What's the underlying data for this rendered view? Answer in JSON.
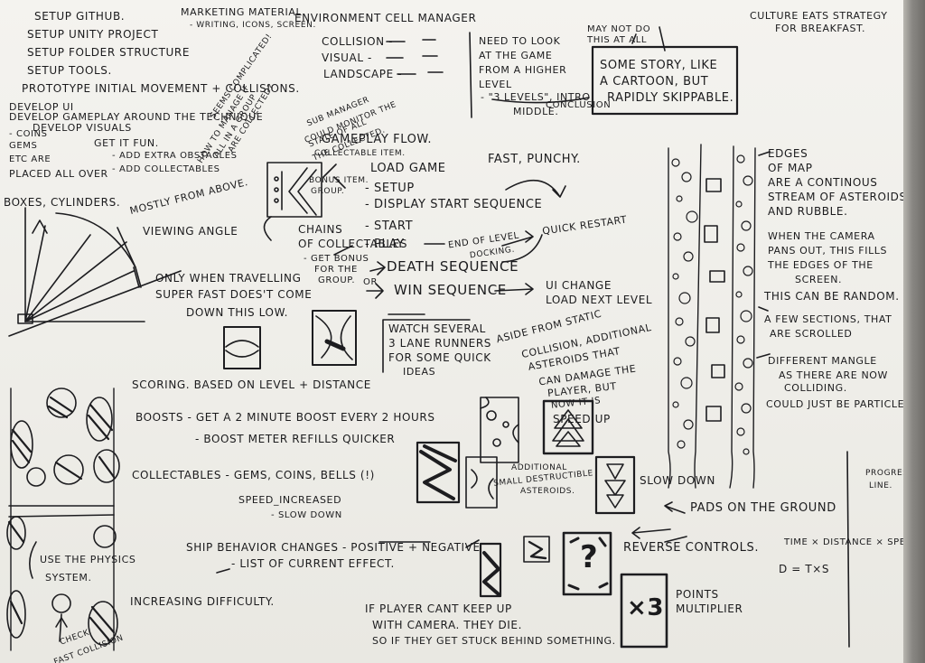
{
  "notes": {
    "setup_github": "SETUP GITHUB.",
    "setup_unity": "SETUP UNITY PROJECT",
    "setup_folder": "SETUP FOLDER STRUCTURE",
    "setup_tools": "SETUP TOOLS.",
    "prototype": "PROTOTYPE INITIAL MOVEMENT + COLLISIONS.",
    "develop_ui": "DEVELOP UI",
    "develop_gameplay": "DEVELOP GAMEPLAY AROUND THE TECHNIQUE",
    "develop_visuals": "DEVELOP VISUALS",
    "coins": "- COINS",
    "gems": "GEMS",
    "etc_are": "ETC ARE",
    "placed": "PLACED ALL OVER",
    "get_it_fun": "GET IT FUN.",
    "add_obstacles": "- ADD EXTRA OBSTACLES",
    "add_collectables": "- ADD COLLECTABLES",
    "boxes": "BOXES, CYLINDERS.",
    "mostly_above": "MOSTLY FROM ABOVE.",
    "viewing_angle": "VIEWING ANGLE",
    "only_when": "ONLY WHEN TRAVELLING",
    "super_fast": "SUPER FAST DOES'T COME",
    "down_this_low": "DOWN THIS LOW.",
    "marketing": "MARKETING MATERIAL",
    "marketing_sub": "- WRITING, ICONS, SCREEN.",
    "env_manager": "ENVIRONMENT CELL MANAGER",
    "collision": "COLLISION -",
    "visual": "VISUAL -",
    "landscape": "LANDSCAPE -",
    "need_to_look_1": "NEED TO LOOK",
    "need_to_look_2": "AT THE GAME",
    "need_to_look_3": "FROM A HIGHER",
    "need_to_look_4": "LEVEL",
    "three_levels": "- \"3 LEVELS\", INTRO",
    "middle": "MIDDLE.",
    "conclusion": "CONCLUSION",
    "may_not_do": "MAY NOT DO",
    "this_at_all": "THIS AT ALL",
    "some_story": "SOME STORY, LIKE",
    "a_cartoon": "A CARTOON, BUT",
    "rapidly_skip": "RAPIDLY SKIPPABLE.",
    "culture_eats": "CULTURE EATS STRATEGY",
    "for_breakfast": "FOR BREAKFAST.",
    "how_to_manage": "HOW TO MANAGE IF",
    "all_in_a_group": "ALL IN A GROUP",
    "are_collected": "ARE COLLECTED?",
    "seems_complicated": "SEEMS COMPLICATED!",
    "sub_manager": "SUB MANAGER",
    "could_monitor": "COULD MONITOR THE",
    "state_of_all": "STATE OF ALL",
    "collected": "THE COLLECTED.",
    "gameplay_flow": "GAMEPLAY FLOW.",
    "collectable_item": "COLLECTABLE ITEM.",
    "load_game": "LOAD GAME",
    "fast_punch": "FAST, PUNCHY.",
    "bonus_item": "BONUS ITEM.",
    "group": "GROUP.",
    "setup": "- SETUP",
    "display_start": "- DISPLAY START SEQUENCE",
    "start": "- START",
    "play": "- PLAY",
    "end_of_level": "END OF LEVEL",
    "docking": "DOCKING.",
    "quick_restart": "QUICK RESTART",
    "chains_1": "CHAINS",
    "chains_2": "OF COLLECTABLES",
    "get_bonus": "- GET BONUS",
    "for_the": "FOR THE",
    "group_2": "GROUP.",
    "death_sequence": "DEATH SEQUENCE",
    "win_sequence": "WIN SEQUENCE",
    "or": "OR",
    "ui_change": "UI CHANGE",
    "load_next_level": "LOAD NEXT LEVEL",
    "watch_several": "WATCH SEVERAL",
    "three_lane": "3 LANE RUNNERS",
    "for_some": "FOR SOME QUICK",
    "ideas": "IDEAS",
    "aside_from": "ASIDE FROM STATIC",
    "collision_additional": "COLLISION, ADDITIONAL",
    "asteroids_that": "ASTEROIDS THAT",
    "can_damage": "CAN DAMAGE THE",
    "player_but": "PLAYER, BUT",
    "now_it_is": "NOW IT IS",
    "speed_up": "SPEED UP",
    "scoring": "SCORING.  BASED ON LEVEL + DISTANCE",
    "boosts": "BOOSTS  - GET A 2 MINUTE BOOST EVERY 2 HOURS",
    "boost_meter": "- BOOST METER REFILLS QUICKER",
    "collectables_line": "COLLECTABLES - GEMS, COINS, BELLS (!)",
    "speed_increased": "SPEED_INCREASED",
    "slow_down_small": "- SLOW DOWN",
    "ship_behavior": "SHIP BEHAVIOR CHANGES - POSITIVE + NEGATIVE",
    "list_of_effects": "- LIST OF CURRENT EFFECT.",
    "increasing_difficulty": "INCREASING DIFFICULTY.",
    "use_physics": "USE THE PHYSICS",
    "system": "SYSTEM.",
    "check_fast": "CHECK",
    "fast_collision": "FAST COLLISION",
    "additional_small": "ADDITIONAL",
    "small_destructible": "SMALL DESTRUCTIBLE",
    "asteroids_small": "ASTEROIDS.",
    "slow_down": "SLOW DOWN",
    "pads_on_ground": "PADS ON THE GROUND",
    "reverse_controls": "REVERSE CONTROLS.",
    "points_multiplier_1": "POINTS",
    "points_multiplier_2": "MULTIPLIER",
    "x3": "×3",
    "question_mark": "?",
    "if_player": "IF PLAYER CANT KEEP UP",
    "with_camera": "WITH CAMERA. THEY DIE.",
    "so_if_stuck": "SO IF THEY GET STUCK BEHIND SOMETHING.",
    "edges_1": "EDGES",
    "edges_2": "OF MAP",
    "edges_3": "ARE A CONTINOUS",
    "edges_4": "STREAM OF ASTEROIDS",
    "edges_5": "AND RUBBLE.",
    "camera_1": "WHEN THE CAMERA",
    "camera_2": "PANS OUT, THIS FILLS",
    "camera_3": "THE EDGES OF THE",
    "camera_4": "SCREEN.",
    "this_random": "THIS CAN BE RANDOM.",
    "few_sections_1": "A FEW SECTIONS, THAT",
    "few_sections_2": "ARE SCROLLED",
    "different_1": "DIFFERENT MANGLE",
    "different_2": "AS THERE ARE NOW",
    "different_3": "COLLIDING.",
    "could_just": "COULD JUST BE PARTICLES.",
    "progress_1": "PROGRESS",
    "progress_2": "LINE.",
    "time_distance": "TIME × DISTANCE × SPEED.",
    "formula": "D = T×S"
  }
}
